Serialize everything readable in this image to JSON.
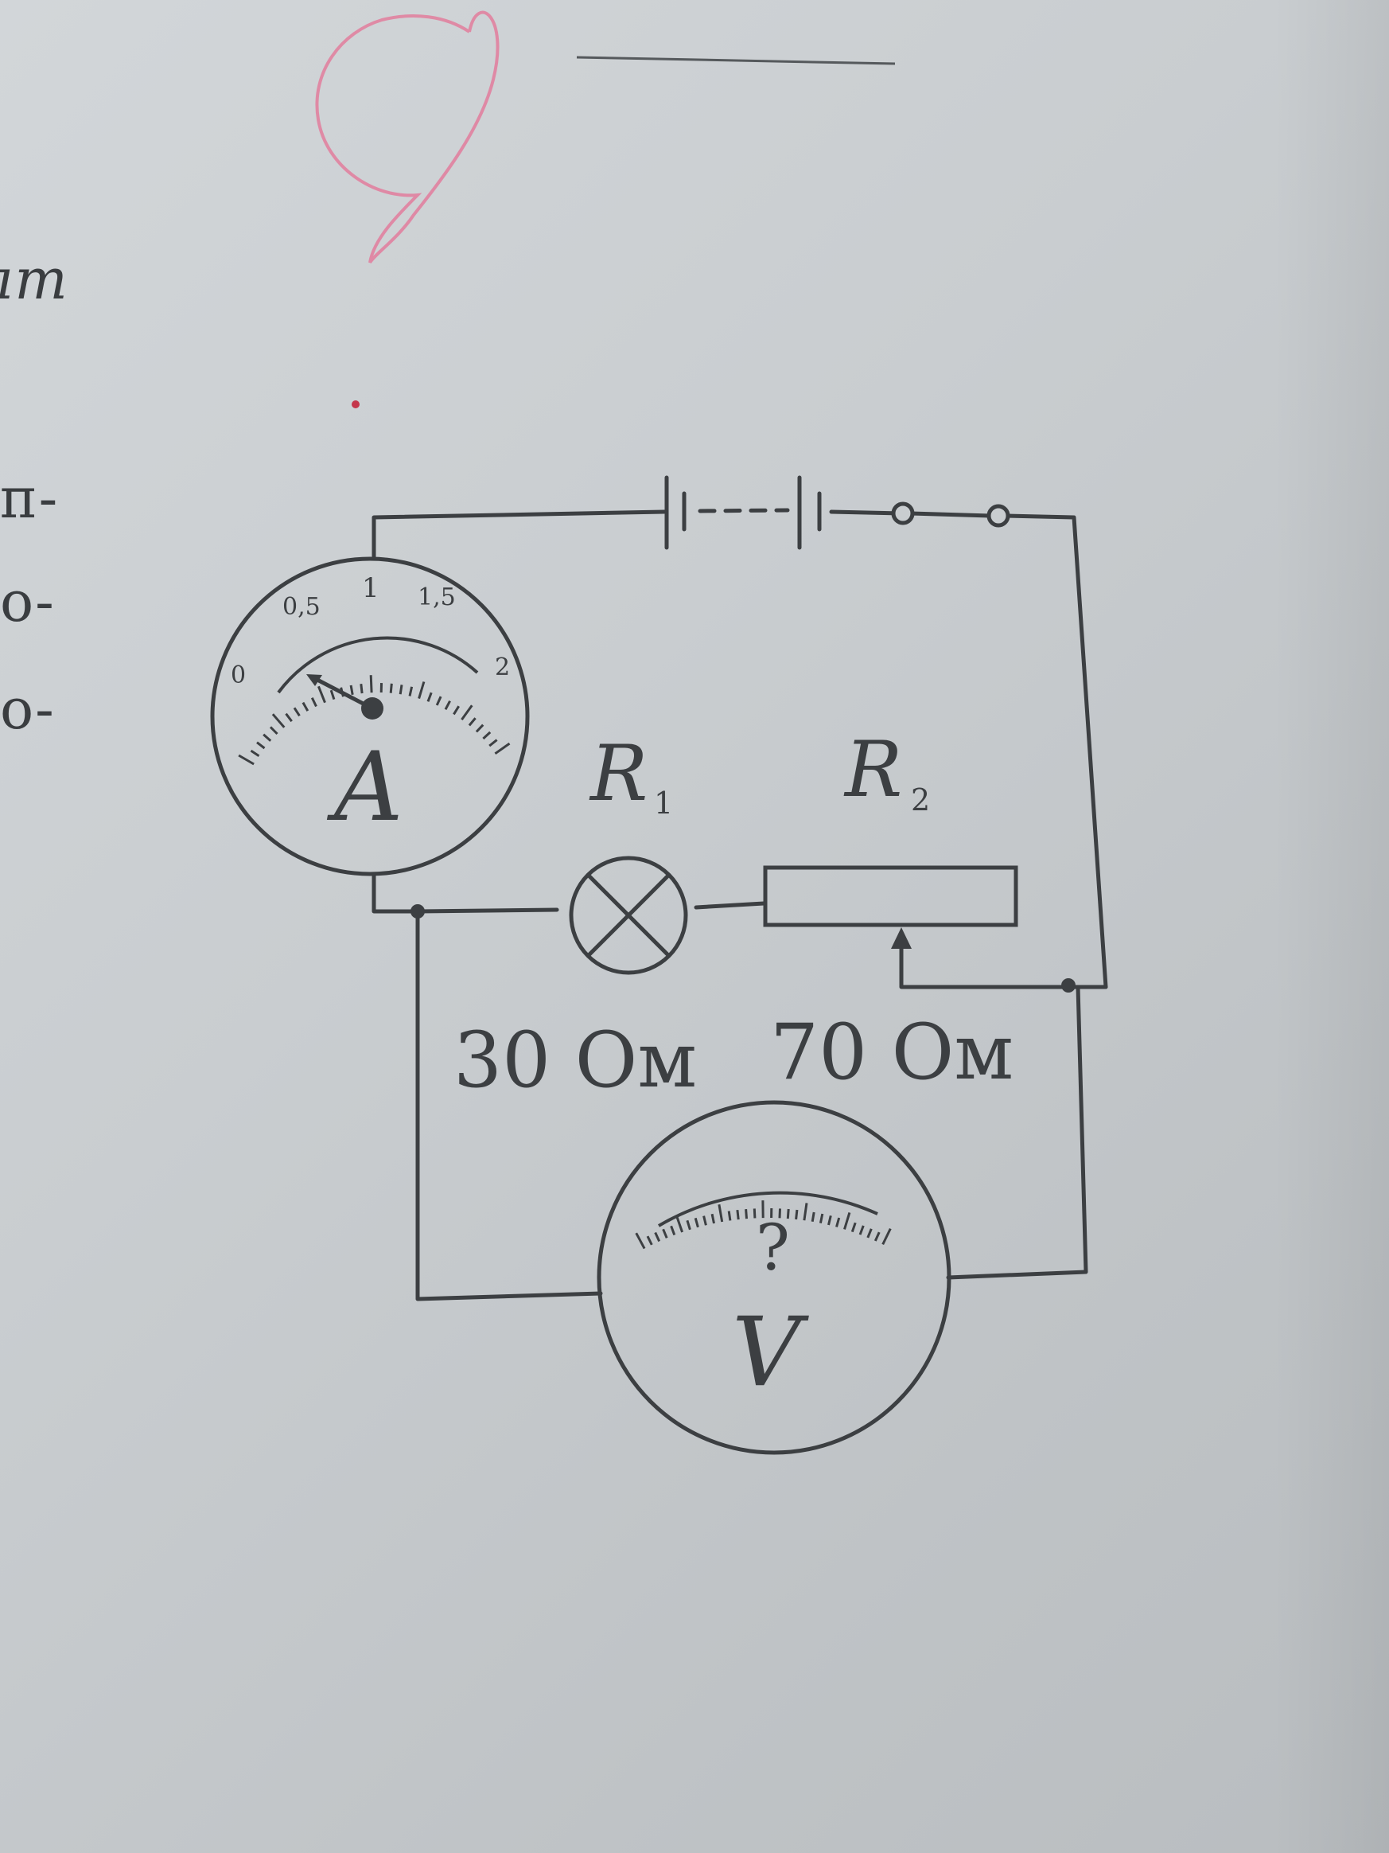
{
  "margin": {
    "line1": "ım",
    "line2": "п-",
    "line3": "о-",
    "line4": "о-"
  },
  "circuit": {
    "ammeter": {
      "letter": "A",
      "scale_labels": [
        "0",
        "0,5",
        "1",
        "1,5",
        "2"
      ],
      "needle_value": 0.2
    },
    "voltmeter": {
      "letter": "V",
      "reading": "?"
    },
    "lamp": {
      "label": "R",
      "subscript": "1",
      "resistance": "30 Ом"
    },
    "rheostat": {
      "label": "R",
      "subscript": "2",
      "resistance": "70 Ом"
    }
  },
  "colors": {
    "ink": "#3c3f42",
    "paper": "#c9cdd0",
    "pink_pen": "#e27c9c"
  }
}
